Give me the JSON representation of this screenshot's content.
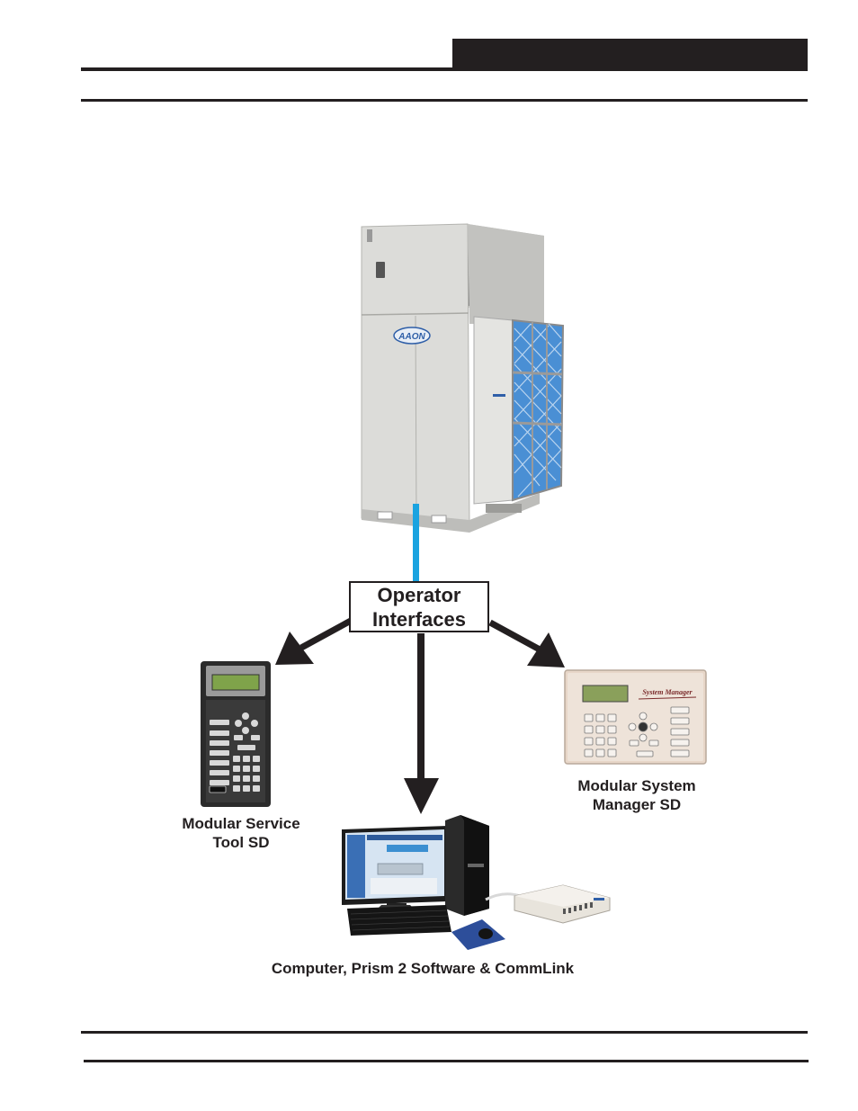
{
  "header": {},
  "diagram": {
    "operator_box": {
      "line1": "Operator",
      "line2": "Interfaces"
    },
    "service_tool": {
      "line1": "Modular Service",
      "line2": "Tool SD"
    },
    "system_manager": {
      "line1": "Modular System",
      "line2": "Manager SD",
      "panel_title": "System Manager"
    },
    "computer": {
      "label": "Computer, Prism 2 Software & CommLink"
    },
    "unit_logo": "AAON",
    "colors": {
      "connector": "#1aa3e0",
      "ink": "#231f20",
      "filter_blue": "#4a8fd4",
      "cabinet": "#d9d9d6"
    }
  }
}
